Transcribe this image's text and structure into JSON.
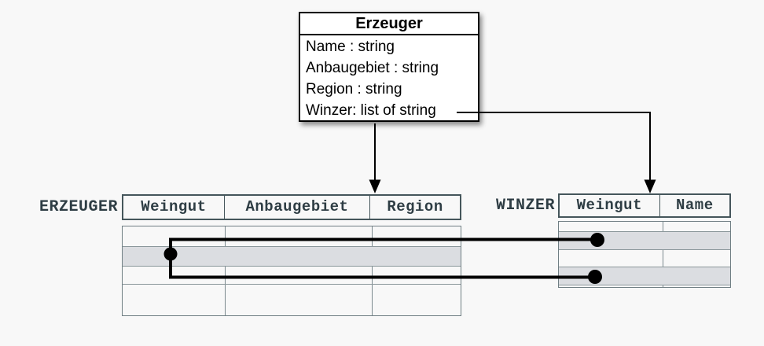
{
  "page": {
    "background": "#f8f8f8"
  },
  "class_box": {
    "title": "Erzeuger",
    "attributes": [
      "Name : string",
      "Anbaugebiet : string",
      "Region : string",
      "Winzer: list of string"
    ]
  },
  "tables": {
    "erzeuger": {
      "label": "ERZEUGER",
      "columns": [
        "Weingut",
        "Anbaugebiet",
        "Region"
      ],
      "body_row_count": 4,
      "highlighted_row_index": 2
    },
    "winzer": {
      "label": "WINZER",
      "columns": [
        "Weingut",
        "Name"
      ],
      "body_row_count": 4,
      "highlighted_row_indices": [
        2,
        4
      ]
    }
  },
  "colors": {
    "background": "#f8f8f8",
    "class_box_border": "#000000",
    "table_text": "#2e3d44",
    "header_border": "#45565b",
    "body_border": "#6f7e83",
    "row_stripe": "#dbdde1",
    "connector": "#000000"
  }
}
